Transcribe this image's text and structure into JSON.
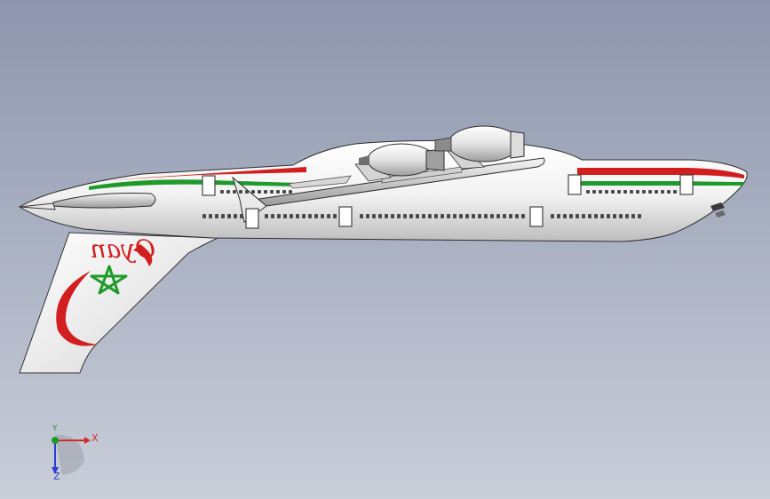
{
  "viewport": {
    "background_top": "#8d96ad",
    "background_bottom": "#c9ced9"
  },
  "model": {
    "livery": {
      "red": "#d21e1e",
      "green": "#1f9a2a",
      "body": "#f4f4f4",
      "shadow": "#c9c9c9"
    },
    "tail_logo_text": "Oyan"
  },
  "triad": {
    "x_label": "X",
    "y_label": "Y",
    "z_label": "Z",
    "x_color": "#d22a2a",
    "y_color": "#1b9a2a",
    "z_color": "#2a3fd2"
  }
}
